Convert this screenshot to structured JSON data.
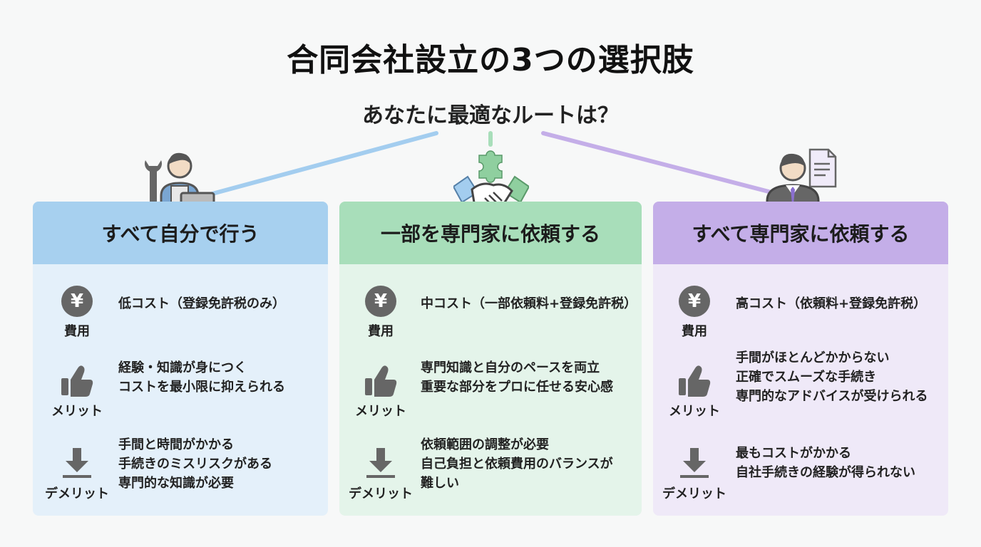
{
  "title": "合同会社設立の3つの選択肢",
  "subtitle": "あなたに最適なルートは？",
  "colors": {
    "blue_header": "#a7d0ef",
    "blue_body": "#e4f0fa",
    "green_header": "#a8deba",
    "green_body": "#e4f4ea",
    "purple_header": "#c4aee8",
    "purple_body": "#efe9f8",
    "icon_gray": "#666666"
  },
  "cards": [
    {
      "title": "すべて自分で行う",
      "cost_label": "費用",
      "cost": "低コスト（登録免許税のみ）",
      "merit_label": "メリット",
      "merits": [
        "経験・知識が身につく",
        "コストを最小限に抑えられる"
      ],
      "demerit_label": "デメリット",
      "demerits": [
        "手間と時間がかかる",
        "手続きのミスリスクがある",
        "専門的な知識が必要"
      ]
    },
    {
      "title": "一部を専門家に依頼する",
      "cost_label": "費用",
      "cost": "中コスト（一部依頼料+登録免許税）",
      "merit_label": "メリット",
      "merits": [
        "専門知識と自分のペースを両立",
        "重要な部分をプロに任せる安心感"
      ],
      "demerit_label": "デメリット",
      "demerits": [
        "依頼範囲の調整が必要",
        "自己負担と依頼費用のバランスが",
        "難しい"
      ]
    },
    {
      "title": "すべて専門家に依頼する",
      "cost_label": "費用",
      "cost": "高コスト（依頼料+登録免許税）",
      "merit_label": "メリット",
      "merits": [
        "手間がほとんどかからない",
        "正確でスムーズな手続き",
        "専門的なアドバイスが受けられる"
      ],
      "demerit_label": "デメリット",
      "demerits": [
        "最もコストがかかる",
        "自社手続きの経験が得られない"
      ]
    }
  ],
  "icons": {
    "cost": "yen-icon",
    "merit": "thumbs-up-icon",
    "demerit": "download-arrow-icon",
    "card1_illustration": "worker-with-wrench-and-laptop-icon",
    "card2_illustration": "handshake-with-puzzle-icon",
    "card3_illustration": "businessman-with-document-icon"
  }
}
